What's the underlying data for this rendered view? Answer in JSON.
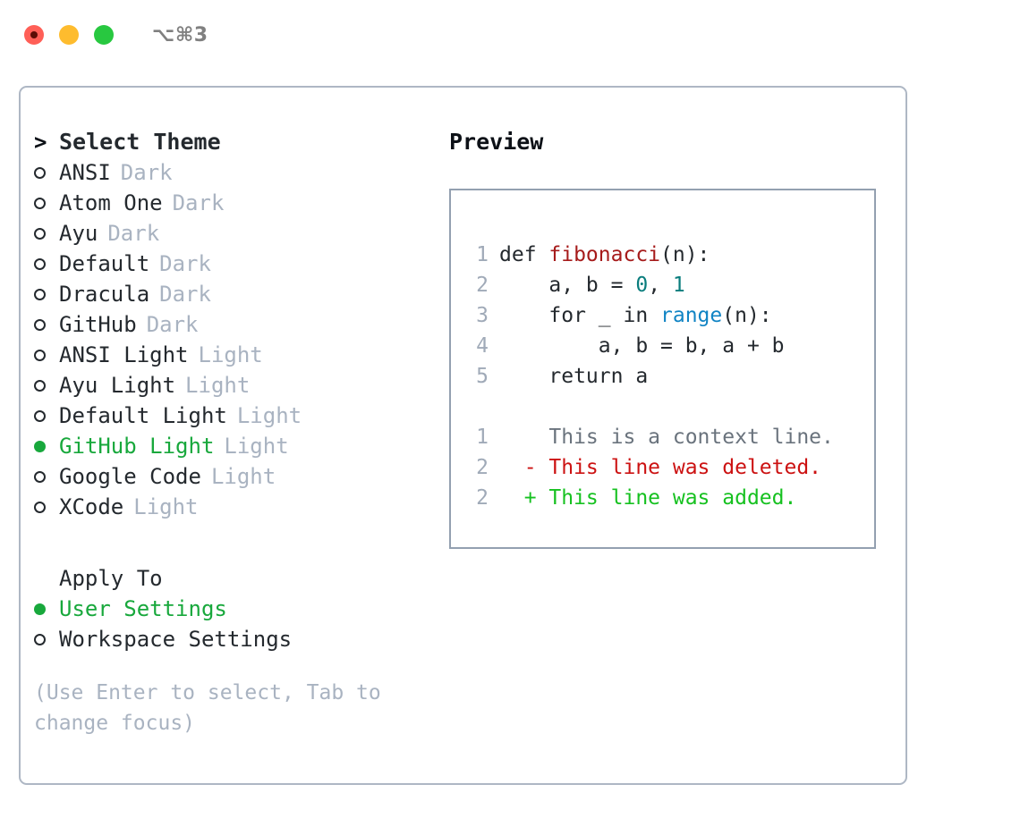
{
  "window": {
    "title": "⌥⌘3",
    "traffic_lights": [
      "close-red",
      "minimize-yellow",
      "maximize-green"
    ]
  },
  "theme_panel": {
    "header": {
      "caret": ">",
      "label": "Select Theme"
    },
    "items": [
      {
        "marker": "o",
        "label": "ANSI",
        "badge": "Dark",
        "selected": false
      },
      {
        "marker": "o",
        "label": "Atom One",
        "badge": "Dark",
        "selected": false
      },
      {
        "marker": "o",
        "label": "Ayu",
        "badge": "Dark",
        "selected": false
      },
      {
        "marker": "o",
        "label": "Default",
        "badge": "Dark",
        "selected": false
      },
      {
        "marker": "o",
        "label": "Dracula",
        "badge": "Dark",
        "selected": false
      },
      {
        "marker": "o",
        "label": "GitHub",
        "badge": "Dark",
        "selected": false
      },
      {
        "marker": "o",
        "label": "ANSI Light",
        "badge": "Light",
        "selected": false
      },
      {
        "marker": "o",
        "label": "Ayu Light",
        "badge": "Light",
        "selected": false
      },
      {
        "marker": "o",
        "label": "Default Light",
        "badge": "Light",
        "selected": false
      },
      {
        "marker": "•",
        "label": "GitHub Light",
        "badge": "Light",
        "selected": true
      },
      {
        "marker": "o",
        "label": "Google Code",
        "badge": "Light",
        "selected": false
      },
      {
        "marker": "o",
        "label": "XCode",
        "badge": "Light",
        "selected": false
      }
    ]
  },
  "apply_to": {
    "title": "Apply To",
    "options": [
      {
        "marker": "•",
        "label": "User Settings",
        "selected": true
      },
      {
        "marker": "o",
        "label": "Workspace Settings",
        "selected": false
      }
    ]
  },
  "hint": "(Use Enter to select, Tab to change focus)",
  "preview": {
    "title": "Preview",
    "code_lines": [
      {
        "num": "1",
        "tokens": [
          {
            "t": "def ",
            "c": "plain"
          },
          {
            "t": "fibonacci",
            "c": "fn"
          },
          {
            "t": "(n):",
            "c": "plain"
          }
        ]
      },
      {
        "num": "2",
        "tokens": [
          {
            "t": "    a, b = ",
            "c": "plain"
          },
          {
            "t": "0",
            "c": "num"
          },
          {
            "t": ", ",
            "c": "plain"
          },
          {
            "t": "1",
            "c": "num"
          }
        ]
      },
      {
        "num": "3",
        "tokens": [
          {
            "t": "    for _ in ",
            "c": "plain"
          },
          {
            "t": "range",
            "c": "builtin"
          },
          {
            "t": "(n):",
            "c": "plain"
          }
        ]
      },
      {
        "num": "4",
        "tokens": [
          {
            "t": "        a, b = b, a + b",
            "c": "plain"
          }
        ]
      },
      {
        "num": "5",
        "tokens": [
          {
            "t": "    return a",
            "c": "plain"
          }
        ]
      }
    ],
    "diff_lines": [
      {
        "num": "1",
        "sign": "  ",
        "text": "This is a context line.",
        "kind": "ctx"
      },
      {
        "num": "2",
        "sign": "- ",
        "text": "This line was deleted.",
        "kind": "del"
      },
      {
        "num": "2",
        "sign": "+ ",
        "text": "This line was added.",
        "kind": "add"
      }
    ]
  },
  "colors": {
    "accent_green": "#18a83c",
    "badge_gray": "#a9b3c1",
    "border": "#aeb7c4",
    "preview_border": "#93a0b0",
    "fn_red": "#a61b1b",
    "num_teal": "#0a7d7d",
    "builtin_blue": "#1184c4",
    "diff_del": "#cc1212",
    "diff_add": "#16c120",
    "light_red": "#ff5f57",
    "light_yellow": "#febc2e",
    "light_green": "#28c840"
  }
}
